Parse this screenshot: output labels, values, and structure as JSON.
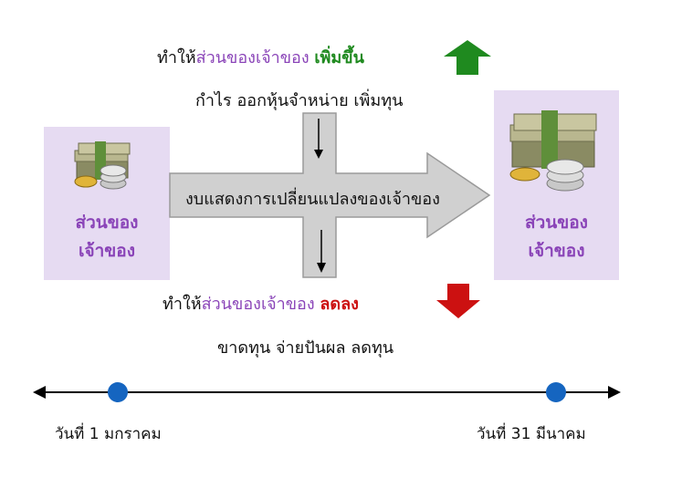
{
  "increase": {
    "prefix": "ทำให้",
    "subject": "ส่วนของเจ้าของ",
    "effect": "เพิ่มขึ้น",
    "items": "กำไร ออกหุ้นจำหน่าย เพิ่มทุน"
  },
  "decrease": {
    "prefix": "ทำให้",
    "subject": "ส่วนของเจ้าของ",
    "effect": "ลดลง",
    "items": "ขาดทุน จ่ายปันผล ลดทุน"
  },
  "center_arrow_label": "งบแสดงการเปลี่ยนแปลงของเจ้าของ",
  "left_box": {
    "line1": "ส่วนของ",
    "line2": "เจ้าของ"
  },
  "right_box": {
    "line1": "ส่วนของ",
    "line2": "เจ้าของ"
  },
  "timeline": {
    "start_label": "วันที่ 1 มกราคม",
    "end_label": "วันที่ 31 มีนาคม"
  },
  "colors": {
    "box_bg": "#e6dbf2",
    "subject_purple": "#8a44b8",
    "increase_green": "#1f8a1f",
    "decrease_red": "#cc1111",
    "arrow_gray": "#cfcfcf",
    "timeline_dot": "#1565c0"
  },
  "icons": {
    "money": "money-stack-coins-icon",
    "up": "arrow-up-icon",
    "down": "arrow-down-icon"
  }
}
